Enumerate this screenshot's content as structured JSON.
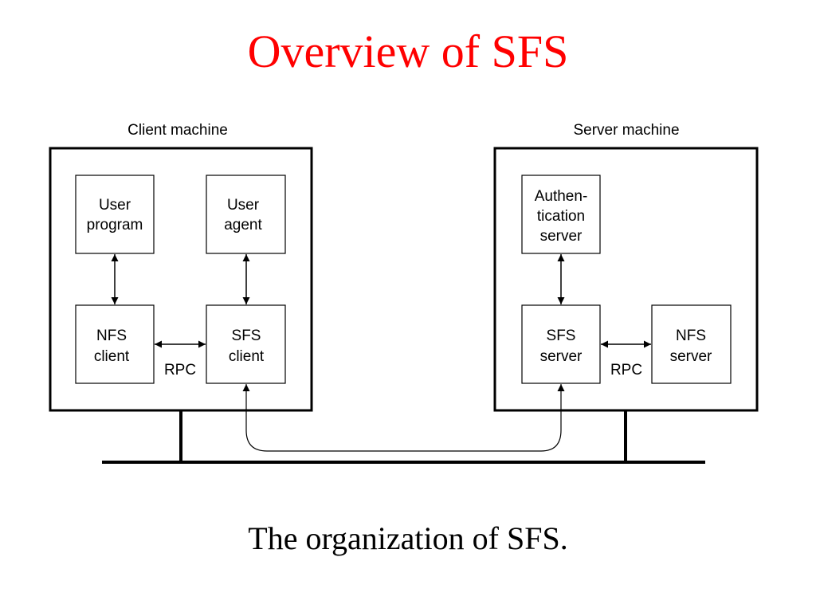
{
  "title": "Overview of SFS",
  "caption": "The organization of SFS.",
  "client_machine": {
    "label": "Client machine",
    "user_program": [
      "User",
      "program"
    ],
    "user_agent": [
      "User",
      "agent"
    ],
    "nfs_client": [
      "NFS",
      "client"
    ],
    "sfs_client": [
      "SFS",
      "client"
    ],
    "rpc_label": "RPC"
  },
  "server_machine": {
    "label": "Server machine",
    "auth_server": [
      "Authen-",
      "tication",
      "server"
    ],
    "sfs_server": [
      "SFS",
      "server"
    ],
    "nfs_server": [
      "NFS",
      "server"
    ],
    "rpc_label": "RPC"
  }
}
